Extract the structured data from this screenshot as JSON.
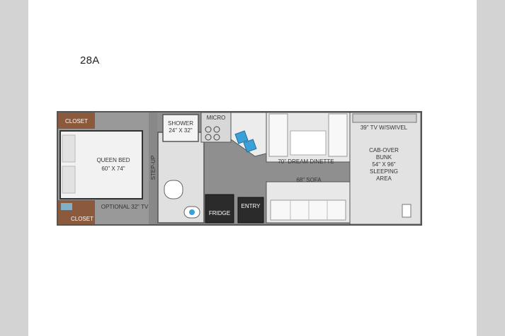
{
  "model": "28A",
  "labels": {
    "closet_top": "CLOSET",
    "closet_bottom": "CLOSET",
    "queen_bed_line1": "QUEEN BED",
    "queen_bed_line2": "60\" X 74\"",
    "step_up": "STEP-UP",
    "optional_tv": "OPTIONAL 32\" TV",
    "shower_line1": "SHOWER",
    "shower_line2": "24\" X 32\"",
    "micro": "MICRO",
    "fridge": "FRIDGE",
    "entry": "ENTRY",
    "dinette": "70\" DREAM DINETTE",
    "sofa": "68\" SOFA",
    "tv_swivel": "39\" TV W/SWIVEL",
    "cab_bunk_line1": "CAB-OVER",
    "cab_bunk_line2": "BUNK",
    "cab_bunk_line3": "54\" X 96\"",
    "cab_bunk_line4": "SLEEPING",
    "cab_bunk_line5": "AREA"
  },
  "colors": {
    "floor": "#8f8f8f",
    "wall": "#555555",
    "wood": "#8b5a3c",
    "white": "#f4f4f4",
    "appliance": "#2b2b2b",
    "accent_blue": "#3aa0d8"
  }
}
